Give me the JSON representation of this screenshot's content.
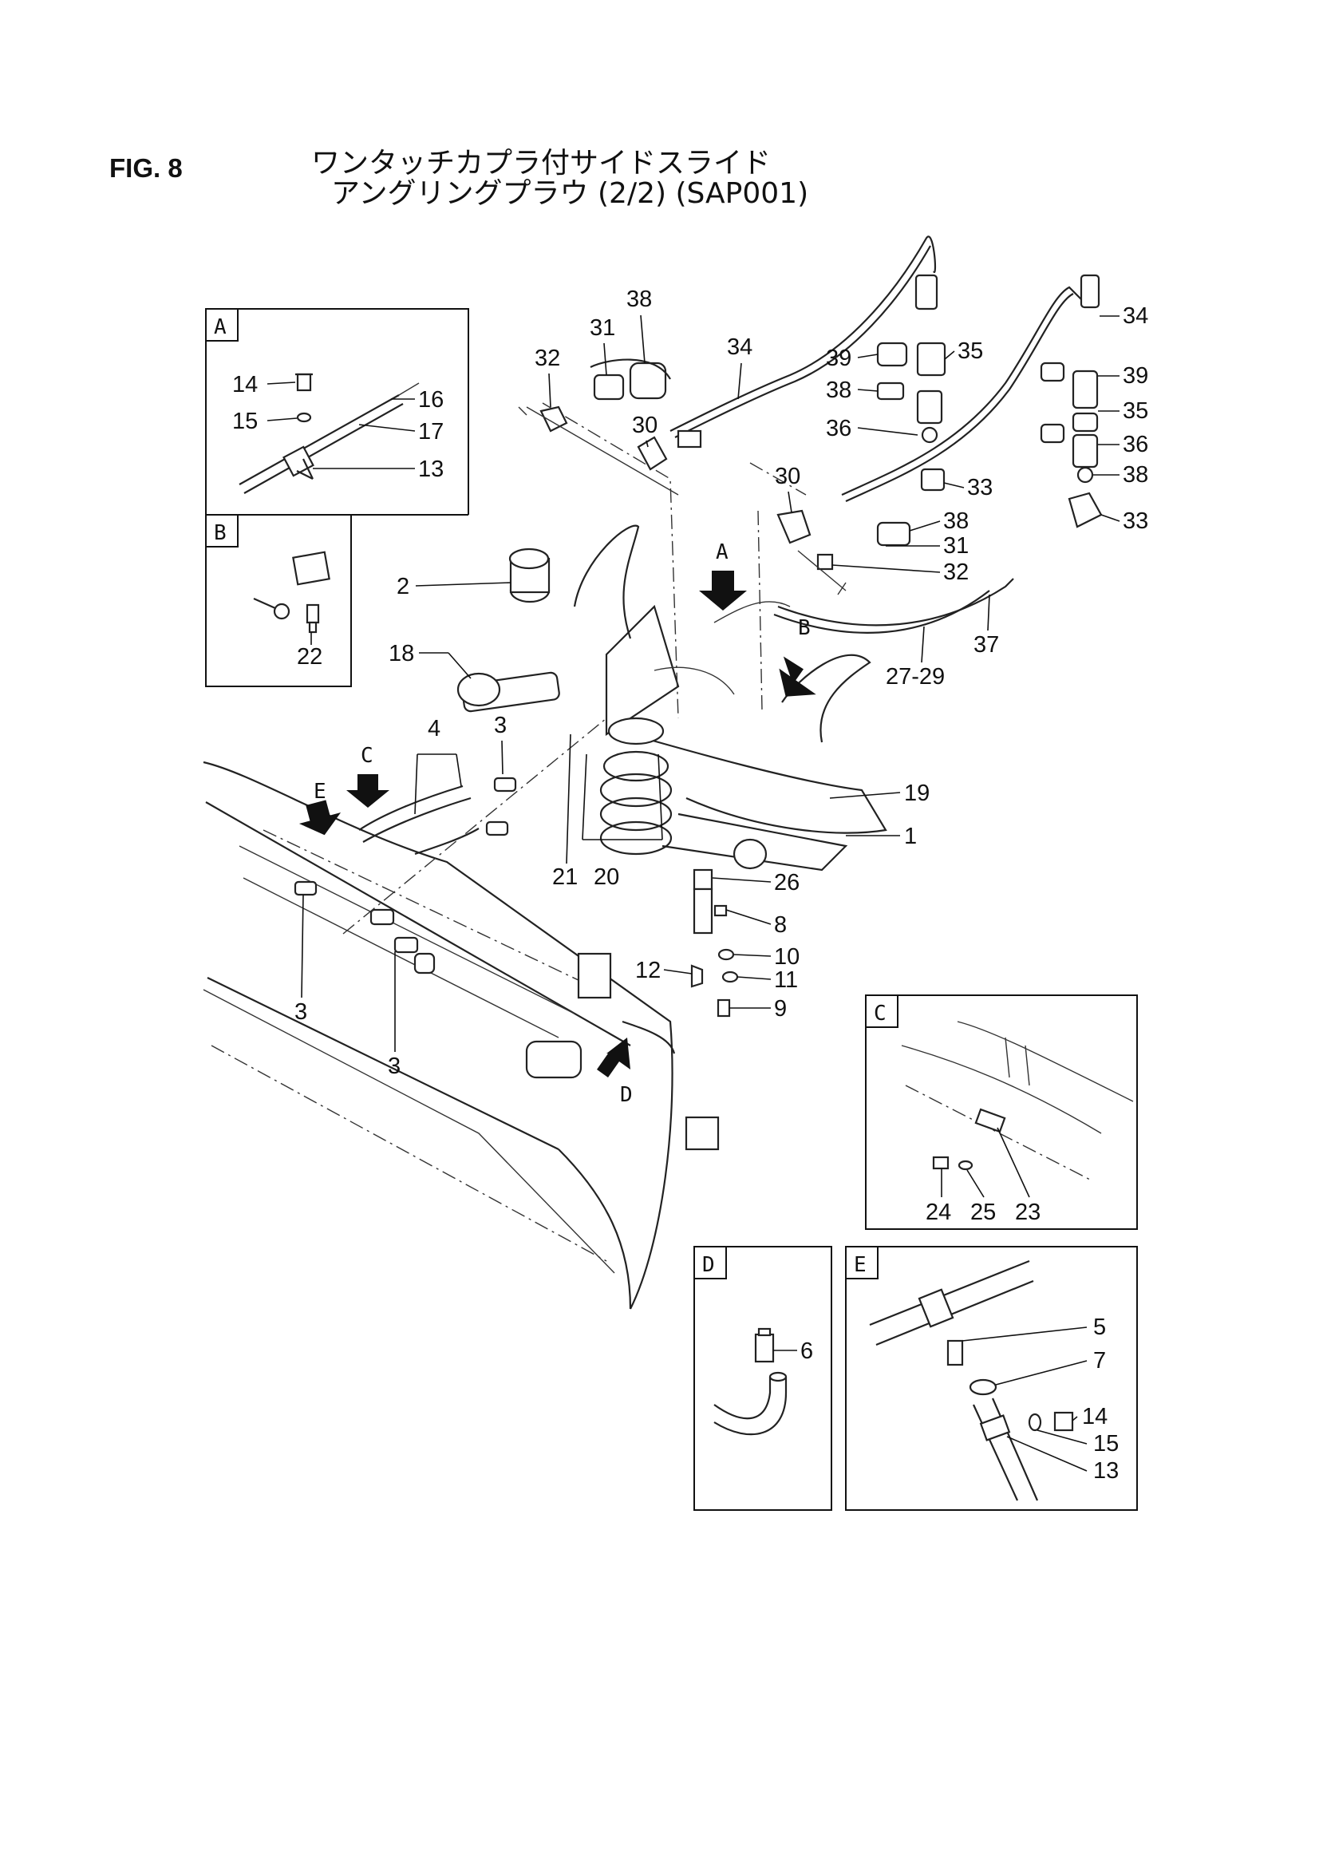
{
  "header": {
    "fig_label": "FIG. 8",
    "title_line1": "ワンタッチカプラ付サイドスライド",
    "title_line2": "アングリングプラウ (2/2) (SAP001)"
  },
  "insets": {
    "A": "A",
    "B": "B",
    "C": "C",
    "D": "D",
    "E": "E"
  },
  "view_arrows": {
    "A": "A",
    "B": "B",
    "C": "C",
    "D": "D",
    "E": "E"
  },
  "callouts": {
    "inset_a": [
      "14",
      "15",
      "16",
      "17",
      "13"
    ],
    "inset_b": [
      "22"
    ],
    "inset_c": [
      "24",
      "25",
      "23"
    ],
    "inset_d": [
      "6"
    ],
    "inset_e": [
      "5",
      "7",
      "14",
      "15",
      "13"
    ],
    "main": [
      "38",
      "31",
      "32",
      "34",
      "30",
      "39",
      "35",
      "38",
      "36",
      "34",
      "39",
      "35",
      "36",
      "38",
      "33",
      "30",
      "38",
      "31",
      "32",
      "33",
      "37",
      "27-29",
      "2",
      "18",
      "4",
      "3",
      "19",
      "1",
      "21",
      "20",
      "26",
      "8",
      "10",
      "12",
      "11",
      "9",
      "3",
      "3"
    ]
  }
}
